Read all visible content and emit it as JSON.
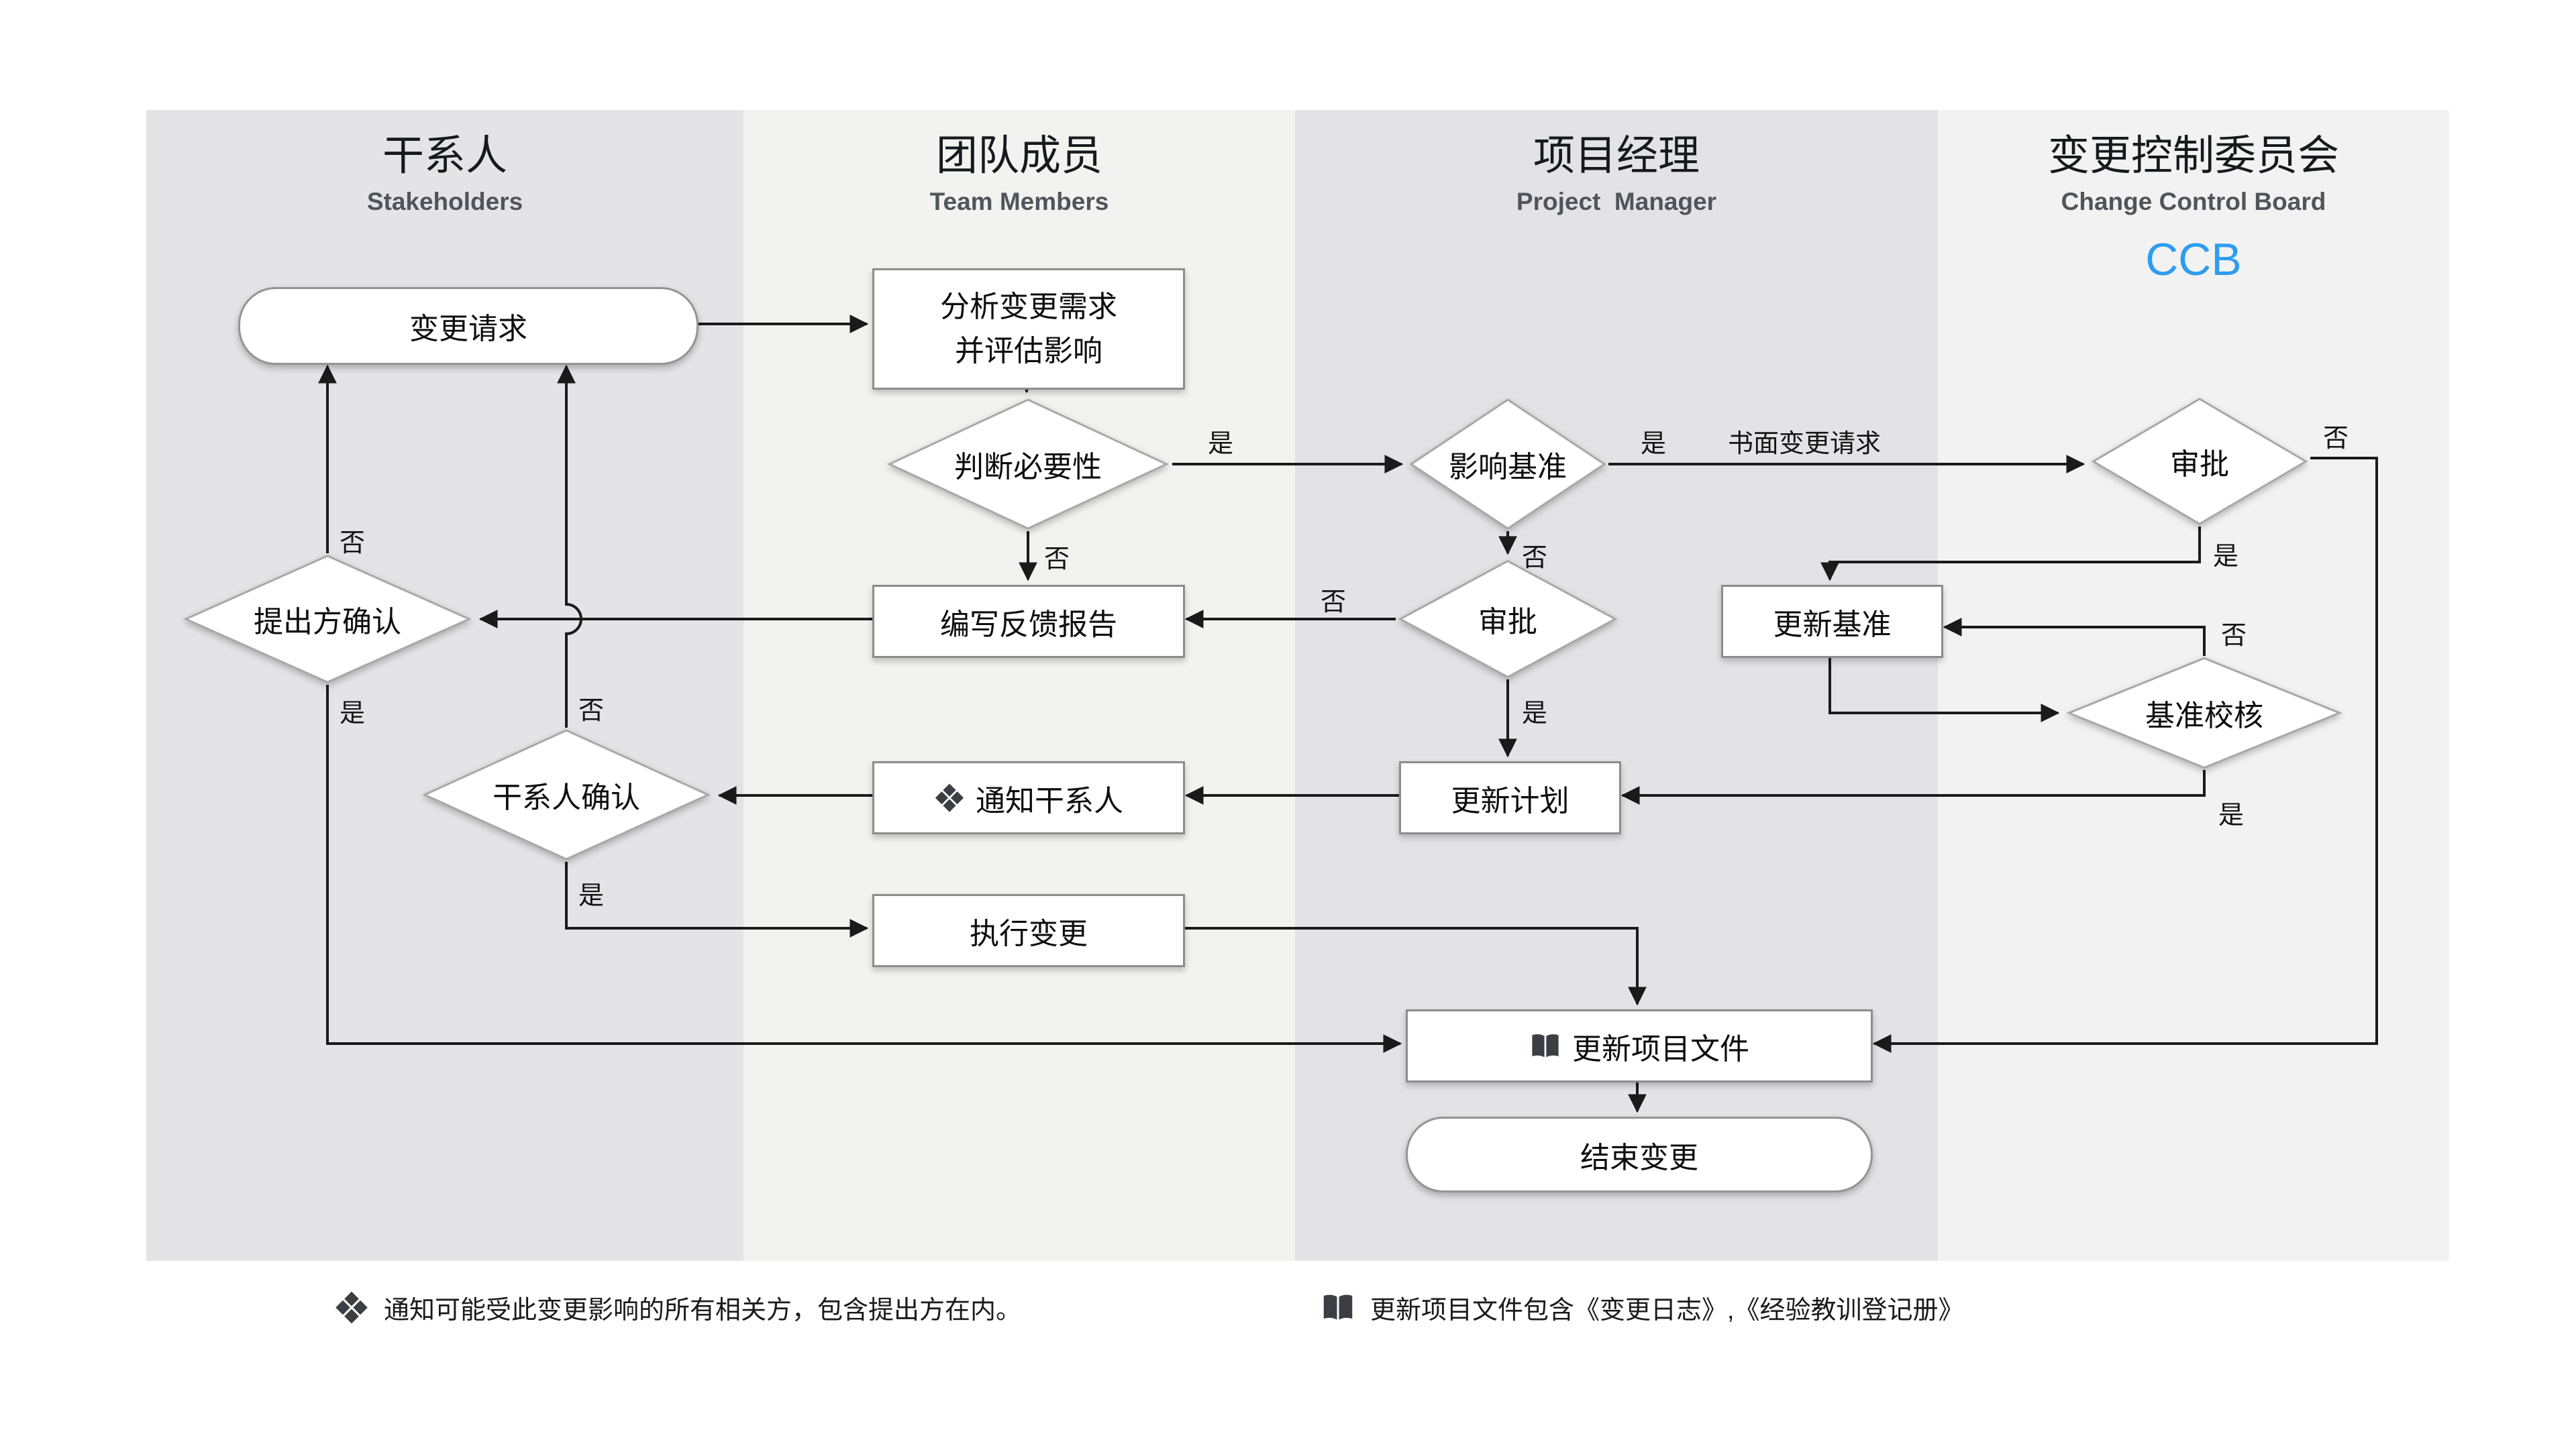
{
  "diagram": {
    "lanes": [
      {
        "title": "干系人",
        "subtitle": "Stakeholders"
      },
      {
        "title": "团队成员",
        "subtitle": "Team Members"
      },
      {
        "title": "项目经理",
        "subtitle": "Project  Manager"
      },
      {
        "title": "变更控制委员会",
        "subtitle": "Change Control Board",
        "badge": "CCB"
      }
    ],
    "nodes": {
      "change_request": {
        "label": "变更请求",
        "type": "terminator"
      },
      "analyze": {
        "lines": [
          "分析变更需求",
          "并评估影响"
        ],
        "type": "process"
      },
      "judge_necessity": {
        "label": "判断必要性",
        "type": "decision"
      },
      "impact_baseline": {
        "label": "影响基准",
        "type": "decision"
      },
      "ccb_approve": {
        "label": "审批",
        "type": "decision"
      },
      "proposer_confirm": {
        "label": "提出方确认",
        "type": "decision"
      },
      "write_feedback": {
        "label": "编写反馈报告",
        "type": "process"
      },
      "pm_approve": {
        "label": "审批",
        "type": "decision"
      },
      "update_baseline": {
        "label": "更新基准",
        "type": "process"
      },
      "baseline_check": {
        "label": "基准校核",
        "type": "decision"
      },
      "stakeholder_confirm": {
        "label": "干系人确认",
        "type": "decision"
      },
      "notify_stakeholders": {
        "label": "通知干系人",
        "type": "process",
        "icon": "diamonds-cluster-icon"
      },
      "update_plan": {
        "label": "更新计划",
        "type": "process"
      },
      "execute_change": {
        "label": "执行变更",
        "type": "process"
      },
      "update_project_docs": {
        "label": "更新项目文件",
        "type": "process",
        "icon": "open-book-icon"
      },
      "end_change": {
        "label": "结束变更",
        "type": "terminator"
      }
    },
    "edge_labels": {
      "yes": "是",
      "no": "否",
      "written_request": "书面变更请求"
    },
    "notes": [
      {
        "icon": "diamonds-cluster-icon",
        "text": "通知可能受此变更影响的所有相关方，包含提出方在内。"
      },
      {
        "icon": "open-book-icon",
        "text": "更新项目文件包含《变更日志》,《经验教训登记册》"
      }
    ],
    "colors": {
      "lane_dark": "#e4e4e6",
      "lane_light": "#f2f2f1",
      "ccb_blue": "#2d9cf0",
      "arrow": "#1a1a1a",
      "icon_dark": "#3b3e42",
      "node_border": "#8c8c8c"
    }
  }
}
